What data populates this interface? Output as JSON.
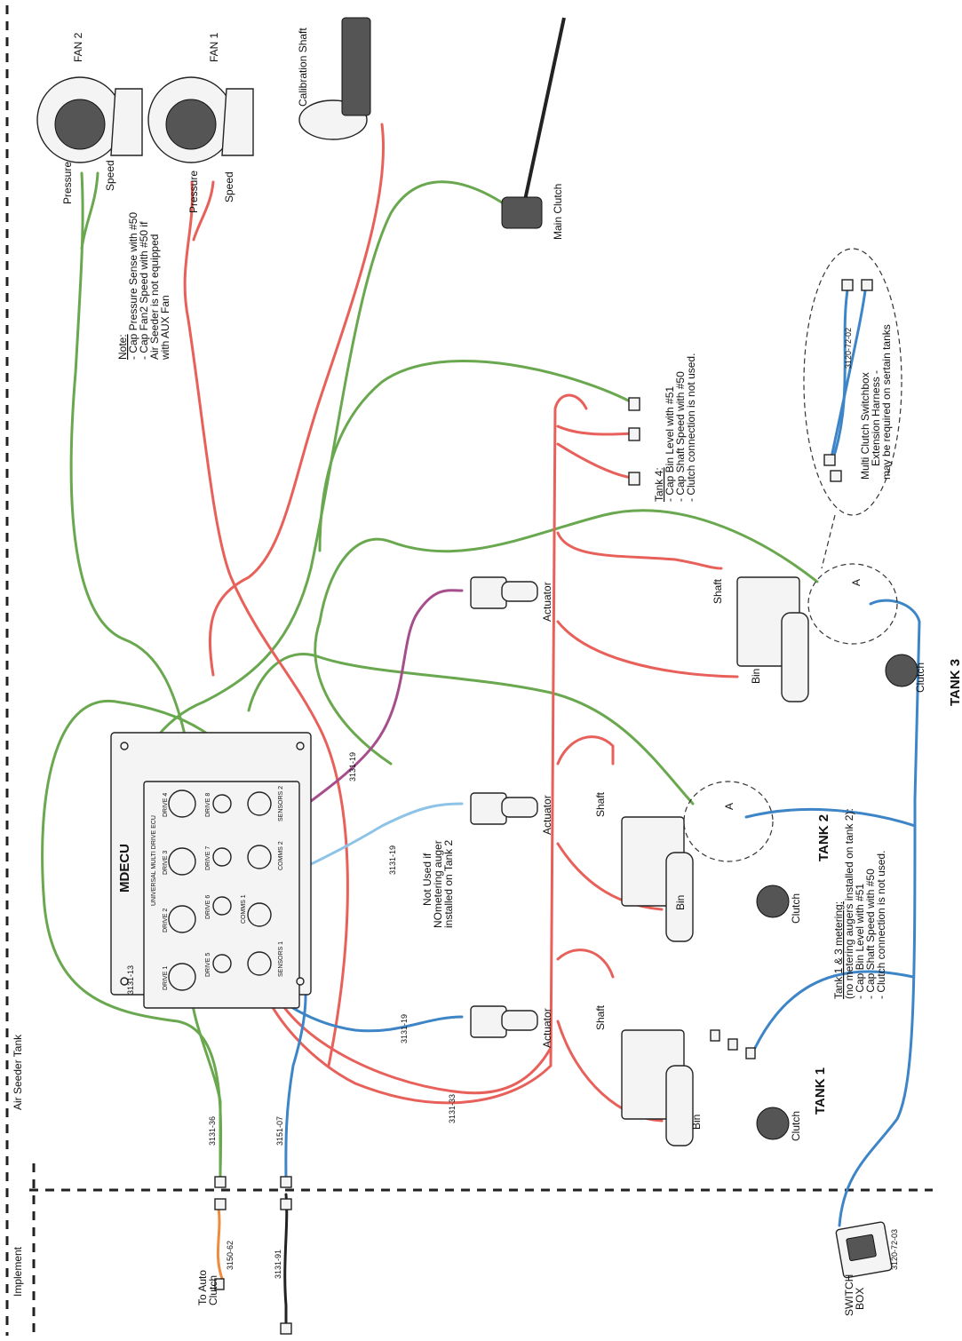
{
  "diagram": {
    "colors": {
      "green": "#6aa84f",
      "red": "#e8605a",
      "blue": "#3d85c6",
      "light_blue": "#8ec3e8",
      "purple": "#a64d8c",
      "orange": "#f08a3c",
      "black": "#222222"
    },
    "zones": {
      "air_seeder_tank": "Air Seeder Tank",
      "implement": "Implement"
    },
    "fans": {
      "fan2": {
        "title": "FAN 2",
        "pressure": "Pressure",
        "speed": "Speed"
      },
      "fan1": {
        "title": "FAN 1",
        "pressure": "Pressure",
        "speed": "Speed"
      }
    },
    "calibration_shaft": "Calibration Shaft",
    "main_clutch": "Main Clutch",
    "note": {
      "heading": "Note:",
      "line1": "- Cap Pressure Sense with #50",
      "line2": "- Cap Fan2 Speed with #50 if",
      "line3": "Air Seeder is not equipped",
      "line4": "with AUX Fan"
    },
    "tank4": {
      "heading": "Tank 4:",
      "line1": "- Cap Bin Level with #51",
      "line2": "- Cap Shaft Speed with #50",
      "line3": "- Clutch connection is not used."
    },
    "mcs_harness": {
      "part": "3120-72-02",
      "line1": "Multi Clutch Switchbox",
      "line2": "Extension Harness -",
      "line3": "may be required on sertain tanks"
    },
    "mdecu": {
      "title": "MDECU",
      "subtitle": "UNIVERSAL MULTI DRIVE ECU",
      "part": "3131-13",
      "ports": {
        "drive1": "DRIVE 1",
        "drive2": "DRIVE 2",
        "drive3": "DRIVE 3",
        "drive4": "DRIVE 4",
        "drive5": "DRIVE 5",
        "drive6": "DRIVE 6",
        "drive7": "DRIVE 7",
        "drive8": "DRIVE 8",
        "comms1": "COMMS 1",
        "comms2": "COMMS 2",
        "sensors1": "SENSORS 1",
        "sensors2": "SENSORS 2"
      }
    },
    "actuators": {
      "a1": "Actuator",
      "a2": "Actuator",
      "a3": "Actuator"
    },
    "not_used_note": {
      "line1": "Not Used if",
      "line2": "NOmetering auger",
      "line3": "installed on Tank 2"
    },
    "tanks": {
      "tank1": {
        "title": "TANK 1",
        "shaft": "Shaft",
        "bin": "Bin",
        "clutch": "Clutch"
      },
      "tank2": {
        "title": "TANK 2",
        "shaft": "Shaft",
        "bin": "Bin",
        "clutch": "Clutch",
        "callout": "A"
      },
      "tank3": {
        "title": "TANK 3",
        "shaft": "Shaft",
        "bin": "Bin",
        "clutch": "Clutch",
        "callout": "A"
      }
    },
    "tank13_note": {
      "heading": "Tank 1 & 3 metering:",
      "line1": "(no metering augers installed on tank 2):",
      "line2": "- Cap Bin Level with #51",
      "line3": "- Cap Shaft Speed with #50",
      "line4": "- Clutch connection is not used."
    },
    "harness_parts": {
      "h3131_19_top": "3131-19",
      "h3131_19_mid": "3131-19",
      "h3131_19_bot": "3131-19",
      "h3131_36": "3131-36",
      "h3151_07": "3151-07",
      "h3131_33": "3131-33",
      "h3150_62": "3150-62",
      "h3131_91": "3131-91",
      "h3120_72_03": "3120-72-03"
    },
    "to_auto_clutch": {
      "line1": "To Auto",
      "line2": "Clutch"
    },
    "switch_box": {
      "line1": "SWITCH",
      "line2": "BOX"
    }
  }
}
